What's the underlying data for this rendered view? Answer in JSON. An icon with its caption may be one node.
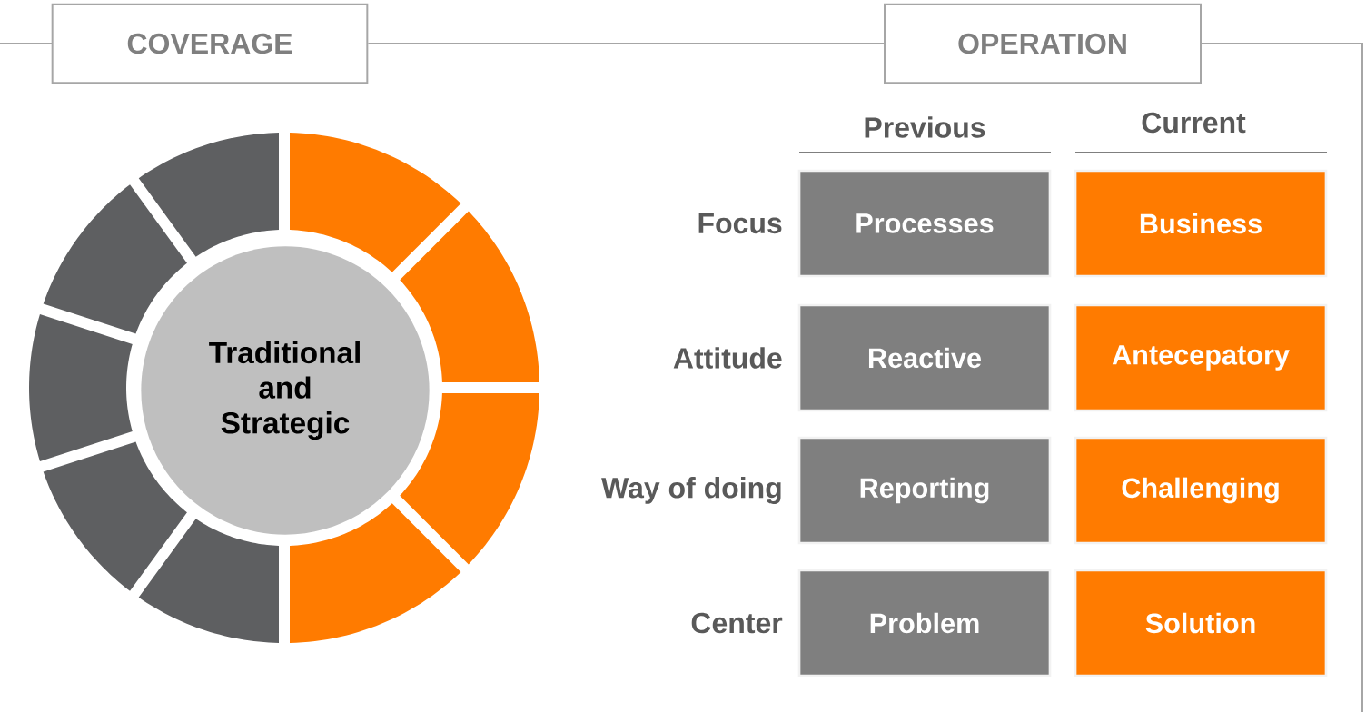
{
  "diagram": {
    "nodes": [
      {
        "text": [
          "COVERAGE"
        ]
      },
      {
        "text": [
          "OPERATION"
        ]
      },
      {
        "text": [
          "Traditional and Strategic"
        ]
      },
      {
        "text": [
          "Processes"
        ]
      },
      {
        "text": [
          "Business"
        ]
      },
      {
        "text": [
          "Reactive"
        ]
      },
      {
        "text": [
          "Antecepatory"
        ]
      },
      {
        "text": [
          "Reporting"
        ]
      },
      {
        "text": [
          "Challenging"
        ]
      },
      {
        "text": [
          "Problem"
        ]
      },
      {
        "text": [
          "Solution"
        ]
      }
    ],
    "edges": [
      {
        "from": 0,
        "to": 1,
        "arrow": "none"
      }
    ],
    "labels": [
      "Previous",
      "Current",
      "Focus",
      "Attitude",
      "Way of doing",
      "Center"
    ]
  }
}
